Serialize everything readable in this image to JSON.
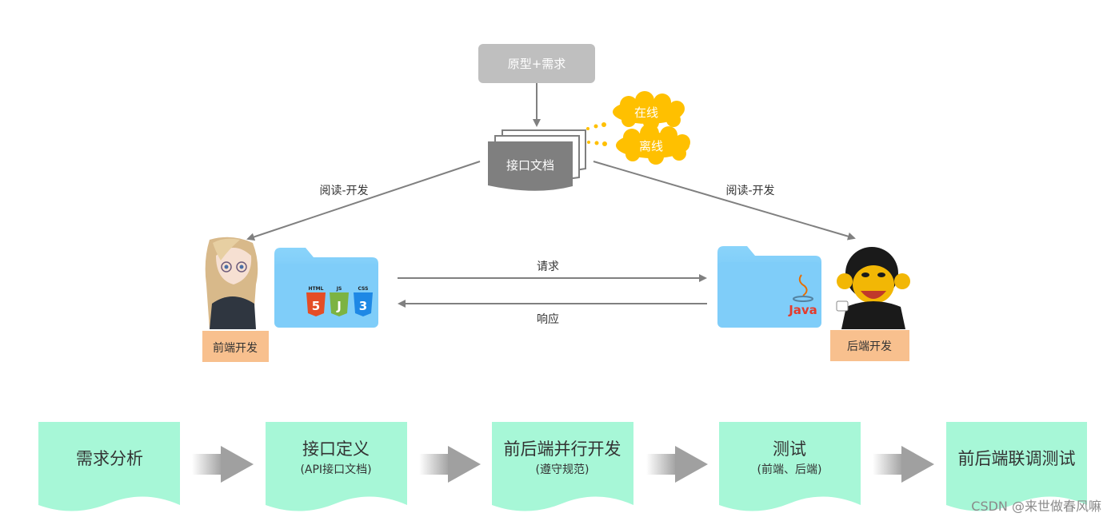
{
  "top": {
    "prototype_label": "原型+需求",
    "api_doc_label": "接口文档",
    "online_label": "在线",
    "offline_label": "离线"
  },
  "arrows": {
    "read_dev_left": "阅读-开发",
    "read_dev_right": "阅读-开发",
    "request": "请求",
    "response": "响应"
  },
  "frontend": {
    "label": "前端开发",
    "badges": [
      "HTML",
      "JS",
      "CSS"
    ],
    "badge_glyphs": [
      "5",
      "J",
      "3"
    ]
  },
  "backend": {
    "label": "后端开发",
    "java_label": "Java"
  },
  "flow": [
    {
      "title": "需求分析",
      "sub": ""
    },
    {
      "title": "接口定义",
      "sub": "(API接口文档)"
    },
    {
      "title": "前后端并行开发",
      "sub": "(遵守规范)"
    },
    {
      "title": "测试",
      "sub": "(前端、后端)"
    },
    {
      "title": "前后端联调测试",
      "sub": ""
    }
  ],
  "watermark": "CSDN @来世做春风嘛",
  "colors": {
    "gray_box": "#bfbfbf",
    "doc_dark": "#7f7f7f",
    "cloud": "#ffc000",
    "label_bg": "#f8c08e",
    "flow_bg": "#a7f7d7",
    "arrow": "#808080",
    "folder": "#7fcdf9"
  }
}
